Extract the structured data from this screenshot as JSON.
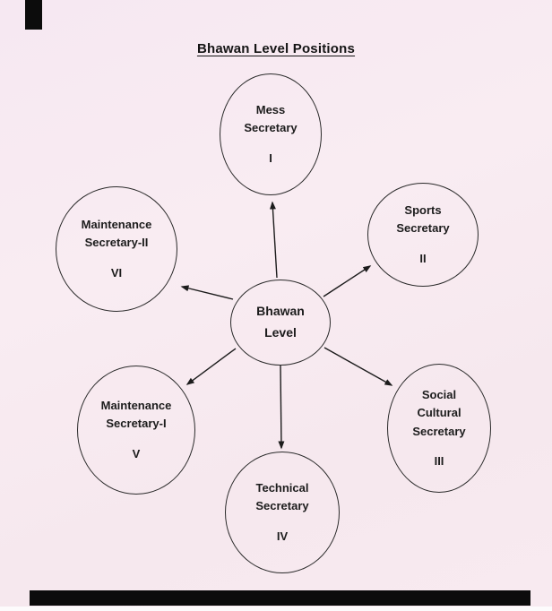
{
  "page": {
    "title": "Bhawan Level Positions"
  },
  "center": {
    "lines": [
      "Bhawan",
      "Level"
    ]
  },
  "nodes": [
    {
      "id": "mess",
      "lines": [
        "Mess",
        "Secretary"
      ],
      "numeral": "I"
    },
    {
      "id": "sports",
      "lines": [
        "Sports",
        "Secretary"
      ],
      "numeral": "II"
    },
    {
      "id": "social",
      "lines": [
        "Social",
        "Cultural",
        "Secretary"
      ],
      "numeral": "III"
    },
    {
      "id": "technical",
      "lines": [
        "Technical",
        "Secretary"
      ],
      "numeral": "IV"
    },
    {
      "id": "maintenance-1",
      "lines": [
        "Maintenance",
        "Secretary-I"
      ],
      "numeral": "V"
    },
    {
      "id": "maintenance-2",
      "lines": [
        "Maintenance",
        "Secretary-II"
      ],
      "numeral": "VI"
    }
  ],
  "colors": {
    "paper": "#f8ebf2",
    "ink": "#1c1c1c"
  }
}
